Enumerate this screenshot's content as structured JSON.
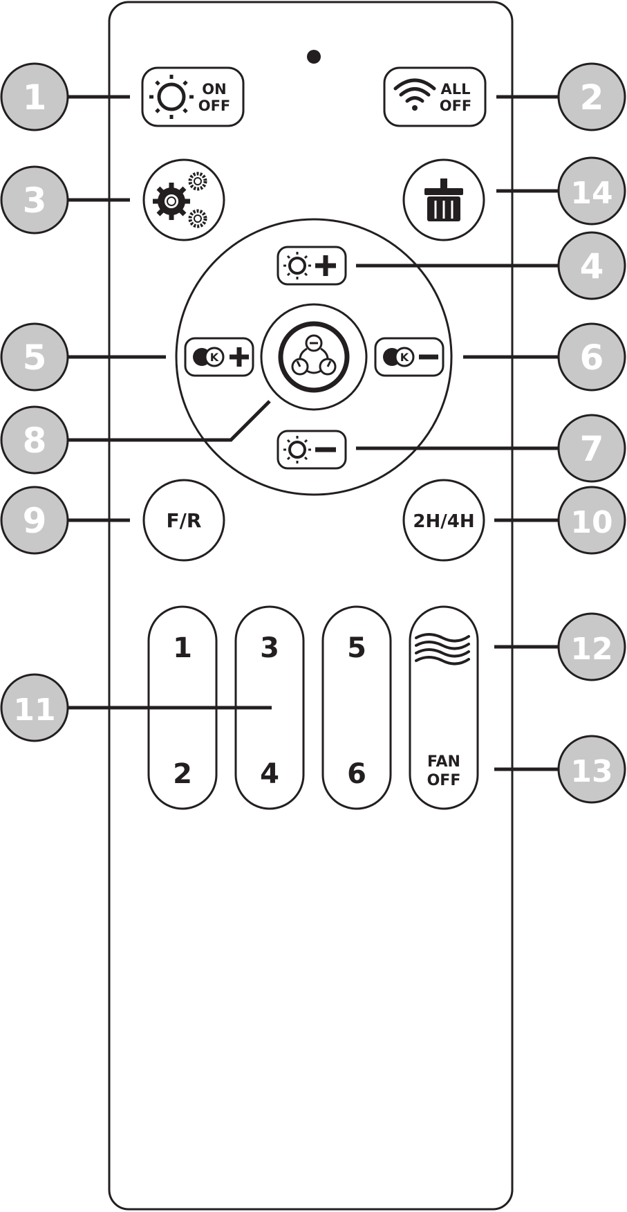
{
  "colors": {
    "ink": "#231f20",
    "callout_fill": "#c8c8c8",
    "background": "#ffffff"
  },
  "callouts": [
    "1",
    "2",
    "3",
    "14",
    "4",
    "5",
    "6",
    "8",
    "7",
    "9",
    "10",
    "11",
    "12",
    "13"
  ],
  "buttons": {
    "on_off": {
      "icon": "sun-icon",
      "line1": "ON",
      "line2": "OFF"
    },
    "all_off": {
      "icon": "wifi-icon",
      "line1": "ALL",
      "line2": "OFF"
    },
    "settings": {
      "icon": "gears-icon"
    },
    "clean": {
      "icon": "brush-icon"
    },
    "brightness_up": {
      "icon": "sun-plus-icon"
    },
    "color_temp_up": {
      "icon": "color-temp-plus-icon",
      "k": "K"
    },
    "color_temp_down": {
      "icon": "color-temp-minus-icon",
      "k": "K"
    },
    "mode": {
      "icon": "three-lights-icon"
    },
    "brightness_down": {
      "icon": "sun-minus-icon"
    },
    "fr": {
      "label": "F/R"
    },
    "timer": {
      "label": "2H/4H"
    },
    "speed_keys": [
      {
        "top": "1",
        "bottom": "2"
      },
      {
        "top": "3",
        "bottom": "4"
      },
      {
        "top": "5",
        "bottom": "6"
      }
    ],
    "fan": {
      "icon": "wind-icon",
      "line1": "FAN",
      "line2": "OFF"
    }
  }
}
